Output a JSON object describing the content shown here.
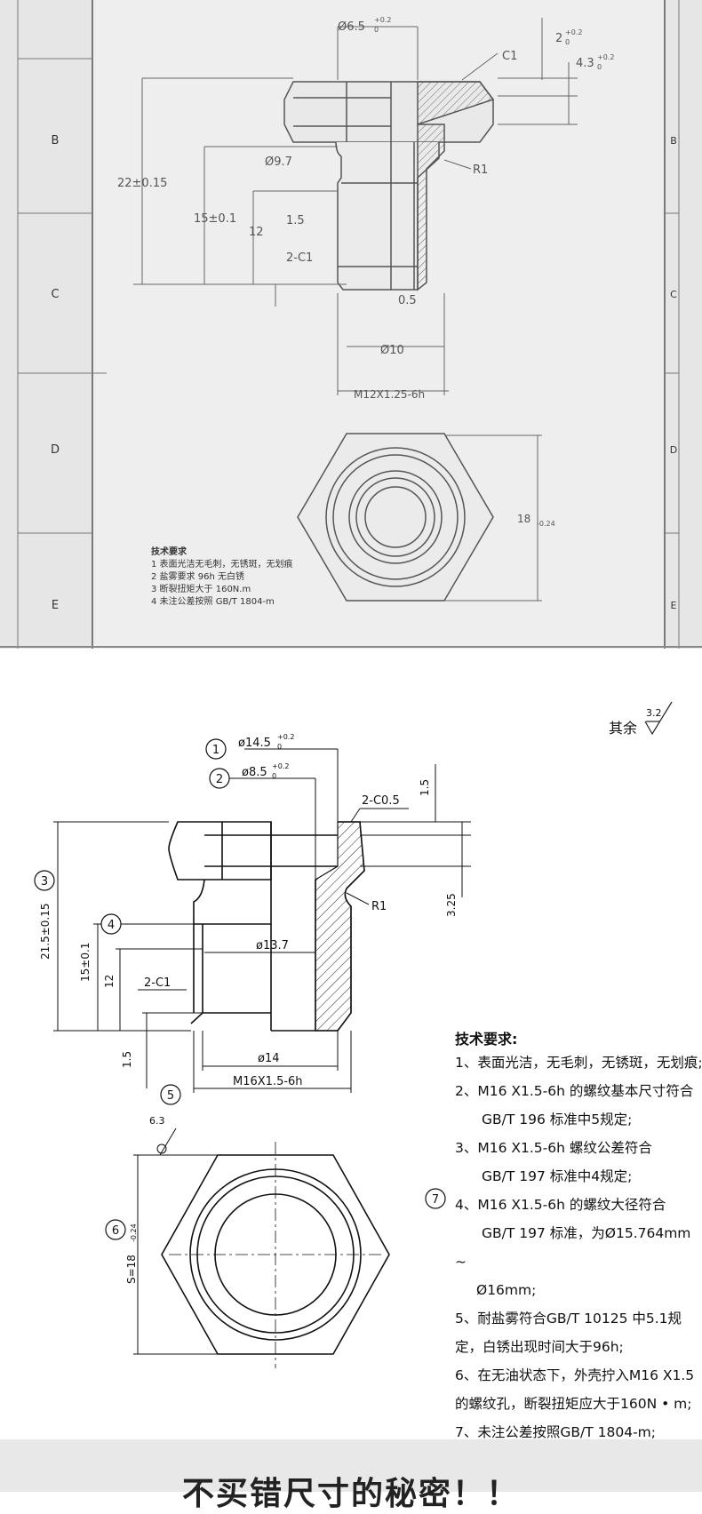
{
  "top_drawing": {
    "grid_rows": [
      "B",
      "C",
      "D",
      "E"
    ],
    "dims": {
      "d_small_bore": "Ø6.5",
      "tol_plus_02": "+0.2",
      "tol_zero": "0",
      "c1": "C1",
      "dim_2": "2",
      "dim_4_3": "4.3",
      "d_9_7": "Ø9.7",
      "r1": "R1",
      "len_22": "22±0.15",
      "len_15": "15±0.1",
      "len_12": "12",
      "len_1_5": "1.5",
      "chamfer_2c1": "2-C1",
      "dim_0_5": "0.5",
      "d_10": "Ø10",
      "thread": "M12X1.25-6h",
      "hex_18": "18",
      "hex_18_tol": "-0.24"
    },
    "notes": {
      "title": "技术要求",
      "lines": [
        "1 表面光洁无毛刺，无锈斑，无划痕",
        "2 盐雾要求 96h 无白锈",
        "3 断裂扭矩大于 160N.m",
        "4 未注公差按照 GB/T 1804-m"
      ]
    }
  },
  "bottom_drawing": {
    "roughness_prefix": "其余",
    "roughness_value": "3.2",
    "roughness_hex": "6.3",
    "balloons": [
      "1",
      "2",
      "3",
      "4",
      "5",
      "6",
      "7"
    ],
    "dims": {
      "d_14_5": "ø14.5",
      "d_8_5": "ø8.5",
      "tol_plus_02": "+0.2",
      "tol_zero": "0",
      "chamfer_c05": "2-C0.5",
      "dim_1_5": "1.5",
      "dim_3_25": "3.25",
      "r1": "R1",
      "d_13_7": "ø13.7",
      "len_21_5": "21.5±0.15",
      "len_15": "15±0.1",
      "len_12": "12",
      "chamfer_2c1": "2-C1",
      "d_14": "ø14",
      "thread": "M16X1.5-6h",
      "len_1_5_bottom": "1.5",
      "hex_s": "S=18",
      "hex_tol": "-0.24"
    },
    "notes": {
      "title": "技术要求:",
      "lines": [
        "1、表面光洁，无毛刺，无锈斑，无划痕;",
        "2、M16 X1.5-6h 的螺纹基本尺寸符合",
        "GB/T 196 标准中5规定;",
        "3、M16 X1.5-6h 螺纹公差符合",
        "GB/T 197 标准中4规定;",
        "4、M16 X1.5-6h 的螺纹大径符合",
        "GB/T 197 标准，为Ø15.764mm",
        "~",
        "Ø16mm;",
        "5、耐盐雾符合GB/T 10125 中5.1规",
        "定，白锈出现时间大于96h;",
        "6、在无油状态下，外壳拧入M16 X1.5",
        "的螺纹孔，断裂扭矩应大于160N • m;",
        "7、未注公差按照GB/T 1804-m;"
      ]
    }
  },
  "banner": {
    "text": "不买错尺寸的秘密！！"
  }
}
